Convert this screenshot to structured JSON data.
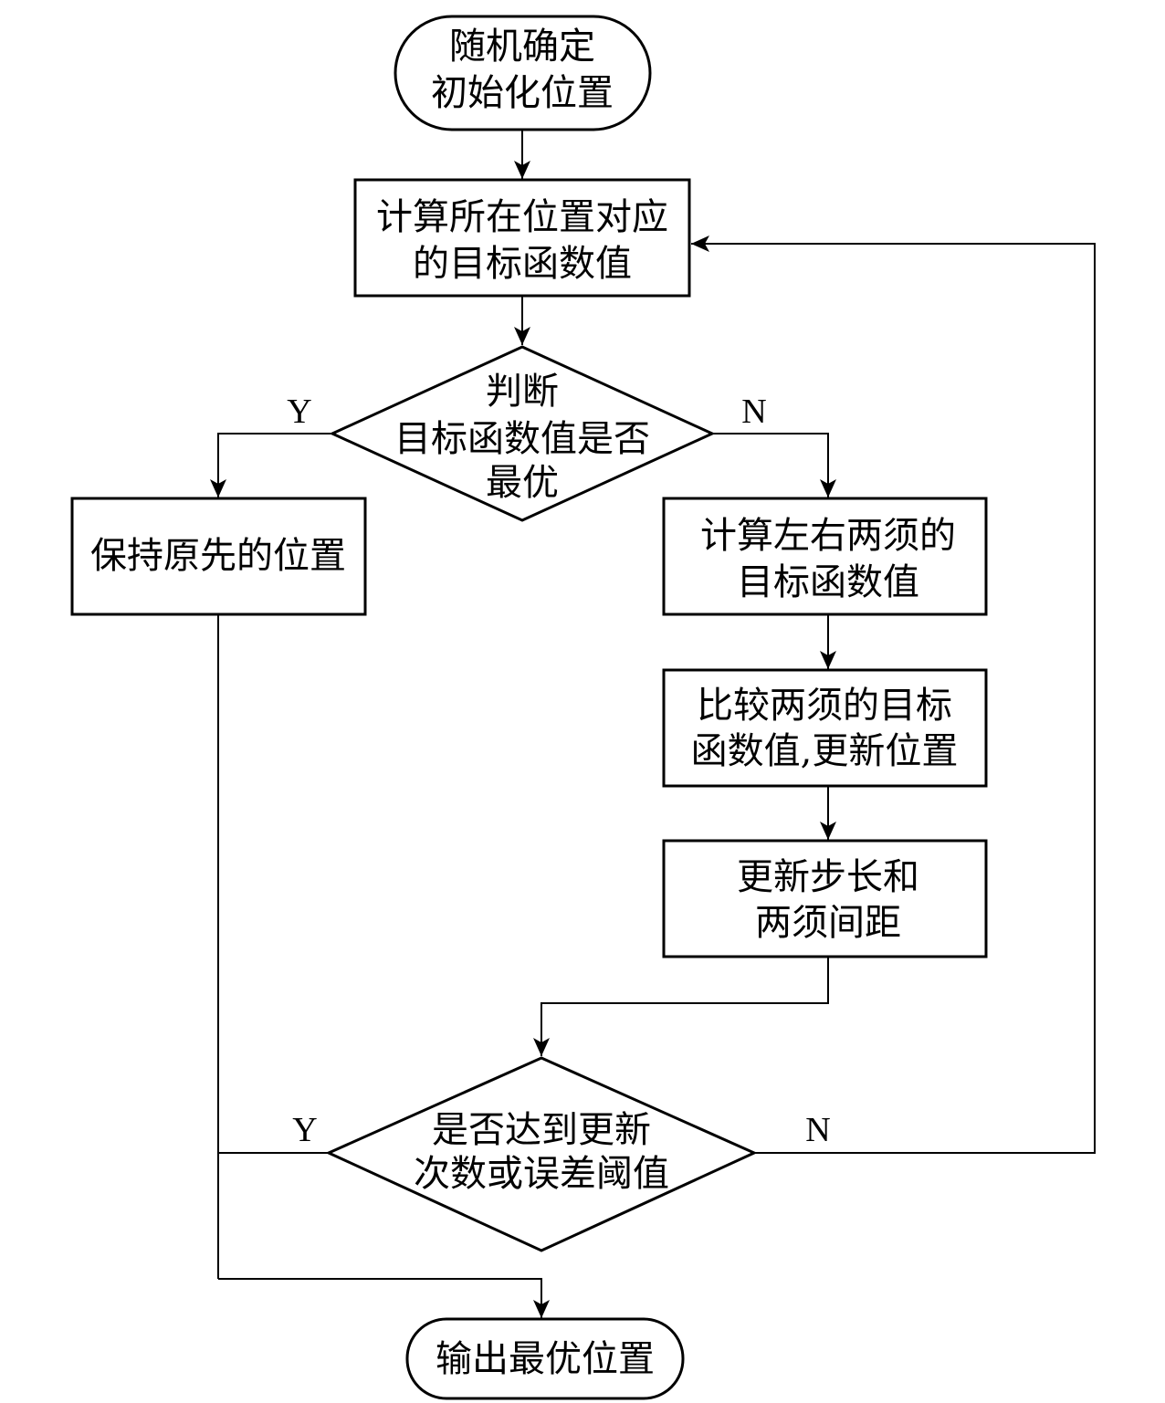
{
  "nodes": {
    "start": {
      "line1": "随机确定",
      "line2": "初始化位置"
    },
    "calc_objective": {
      "line1": "计算所在位置对应",
      "line2": "的目标函数值"
    },
    "decision_optimal": {
      "line1": "判断",
      "line2": "目标函数值是否",
      "line3": "最优"
    },
    "keep_position": {
      "line1": "保持原先的位置"
    },
    "calc_whiskers": {
      "line1": "计算左右两须的",
      "line2": "目标函数值"
    },
    "compare_update": {
      "line1": "比较两须的目标",
      "line2": "函数值,更新位置"
    },
    "update_step": {
      "line1": "更新步长和",
      "line2": "两须间距"
    },
    "decision_stop": {
      "line1": "是否达到更新",
      "line2": "次数或误差阈值"
    },
    "end": {
      "line1": "输出最优位置"
    }
  },
  "edge_labels": {
    "optimal_yes": "Y",
    "optimal_no": "N",
    "stop_yes": "Y",
    "stop_no": "N"
  }
}
